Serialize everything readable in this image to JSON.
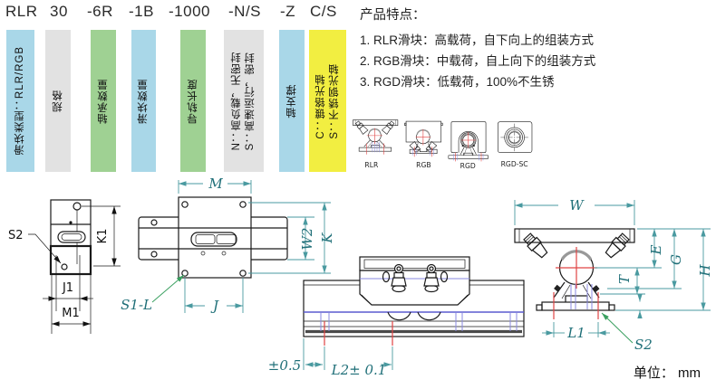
{
  "model_code": {
    "segments": [
      {
        "code": "RLR",
        "color": "#a9d7e8",
        "lines": [
          "滑块类型：RLR/RGB"
        ]
      },
      {
        "code": "30",
        "color": "#e2e2e2",
        "lines": [
          "规格"
        ]
      },
      {
        "code": "-6R",
        "color": "#9fd193",
        "lines": [
          "轴承数量"
        ]
      },
      {
        "code": "-1B",
        "color": "#a9d7e8",
        "lines": [
          "滑块数量"
        ]
      },
      {
        "code": "-1000",
        "color": "#9fd193",
        "lines": [
          "导轨长度"
        ]
      },
      {
        "code": "-N/S",
        "color": "#e2e2e2",
        "lines": [
          "N：高负载，无密封",
          "S：高速运行，密封"
        ]
      },
      {
        "code": "-Z",
        "color": "#a9d7e8",
        "lines": [
          "轴支撑"
        ]
      },
      {
        "code": "C/S",
        "color": "#f2ee41",
        "lines": [
          "C：镀铬光轴",
          "S：不锈钢光轴"
        ]
      }
    ]
  },
  "features": {
    "title": "产品特点：",
    "items": [
      "1. RLR滑块：高载荷，自下向上的组装方式",
      "2. RGB滑块：中载荷，自上向下的组装方式",
      "3. RGD滑块：低载荷，100%不生锈"
    ]
  },
  "products": [
    "RLR",
    "RGB",
    "RGD",
    "RGD-SC"
  ],
  "dims": {
    "end_view": {
      "s2": "S2",
      "k1": "K1",
      "j1": "J1",
      "m1": "M1"
    },
    "top_view": {
      "m": "M",
      "w2": "W2",
      "k": "K",
      "j": "J",
      "s1_l": "S1-L"
    },
    "front_view": {
      "tol": "±0.5",
      "l2": "L2± 0.1"
    },
    "section_view": {
      "w": "W",
      "e": "E",
      "g": "G",
      "h": "H",
      "t": "T",
      "l1": "L1",
      "s2": "S2"
    }
  },
  "unit_label": "单位： mm",
  "colors": {
    "bar_blue": "#a9d7e8",
    "bar_gray": "#e2e2e2",
    "bar_green": "#9fd193",
    "bar_yellow": "#f2ee41",
    "dim_line": "#4a9aa0",
    "dim_label": "#1f6f78",
    "leader_green": "#3aa060",
    "crosshair_red": "#e04444",
    "rail_blue": "#5b5bcf"
  }
}
